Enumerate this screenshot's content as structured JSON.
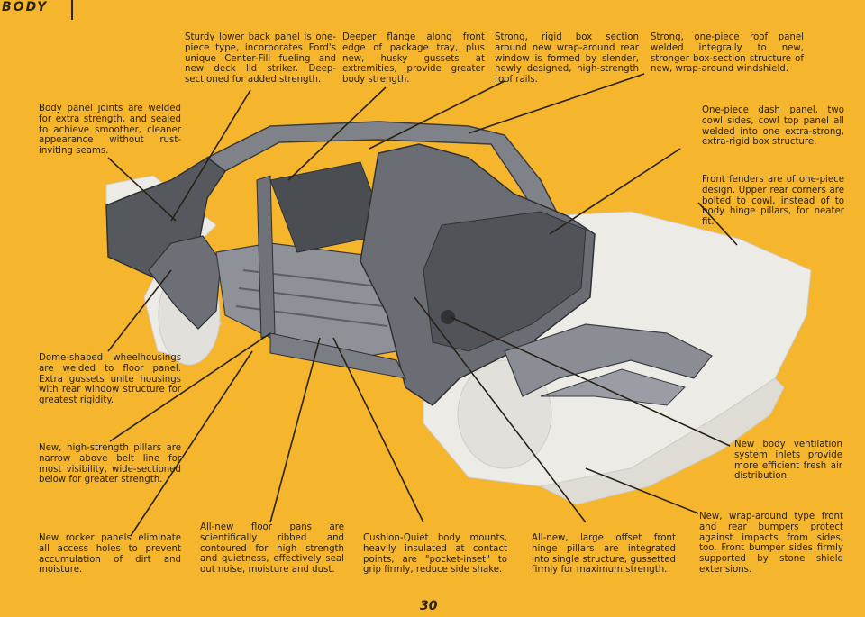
{
  "header": {
    "section": "BODY"
  },
  "page_number": "30",
  "captions": {
    "lower_back_panel": "Sturdy lower back panel is one-piece type, incorporates Ford's unique Center-Fill fueling and new deck lid striker. Deep-sectioned for added strength.",
    "flange_package_tray": "Deeper flange along front edge of package tray, plus new, husky gussets at extremities, provide greater body strength.",
    "rigid_box_section": "Strong, rigid box section around new wrap-around rear window is formed by slender, newly designed, high-strength roof rails.",
    "roof_panel": "Strong, one-piece roof panel welded integrally to new, stronger box-section structure of new, wrap-around windshield.",
    "panel_joints": "Body panel joints are welded for extra strength, and sealed to achieve smoother, cleaner appearance without rust-inviting seams.",
    "dash_panel": "One-piece dash panel, two cowl sides, cowl top panel all welded into one extra-strong, extra-rigid box structure.",
    "front_fenders": "Front fenders are of one-piece design. Upper rear corners are bolted to cowl, instead of to body hinge pillars, for neater fit.",
    "wheelhousings": "Dome-shaped wheelhousings are welded to floor panel. Extra gussets unite housings with rear window structure for greatest rigidity.",
    "pillars": "New, high-strength pillars are narrow above belt line for most visibility, wide-sectioned below for greater strength.",
    "ventilation": "New body ventilation system inlets provide more efficient fresh air distribution.",
    "rocker_panels": "New rocker panels eliminate all access holes to prevent accumulation of dirt and moisture.",
    "floor_pans": "All-new floor pans are scientifically ribbed and contoured for high strength and quietness, effectively seal out noise, moisture and dust.",
    "body_mounts": "Cushion-Quiet body mounts, heavily insulated at contact points, are \"pocket-inset\" to grip firmly, reduce side shake.",
    "hinge_pillars": "All-new, large offset front hinge pillars are integrated into single structure, gussetted firmly for maximum strength.",
    "bumpers": "New, wrap-around type front and rear bumpers protect against impacts from sides, too. Front bumper sides firmly supported by stone shield extensions."
  },
  "colors": {
    "background": "#f5b52c",
    "ink": "#2a2118",
    "ghost_body": "#e9e7e0",
    "steel_dark": "#4b4d52",
    "steel_mid": "#8d9096"
  }
}
